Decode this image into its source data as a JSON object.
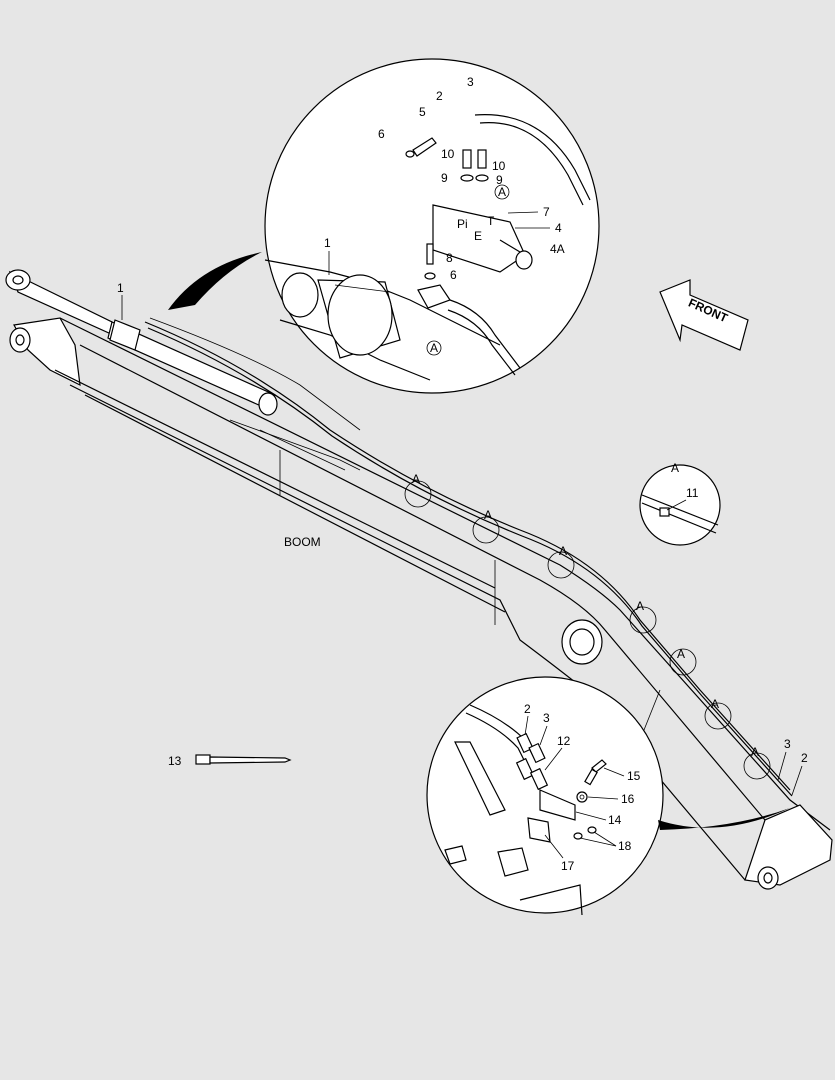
{
  "labels": {
    "boom": "BOOM",
    "front": "FRONT",
    "p1": "1",
    "p1b": "1",
    "p2": "2",
    "p2b": "2",
    "p2c": "2",
    "p3": "3",
    "p3b": "3",
    "p3c": "3",
    "p4": "4",
    "p4a": "4A",
    "p5": "5",
    "p6": "6",
    "p6b": "6",
    "p7": "7",
    "p8": "8",
    "p9": "9",
    "p9b": "9",
    "p10": "10",
    "p10b": "10",
    "p11": "11",
    "p12": "12",
    "p13": "13",
    "p14": "14",
    "p15": "15",
    "p16": "16",
    "p17": "17",
    "p18": "18",
    "port_pi": "Pi",
    "port_t": "T",
    "port_e": "E",
    "ref_a": "A"
  }
}
